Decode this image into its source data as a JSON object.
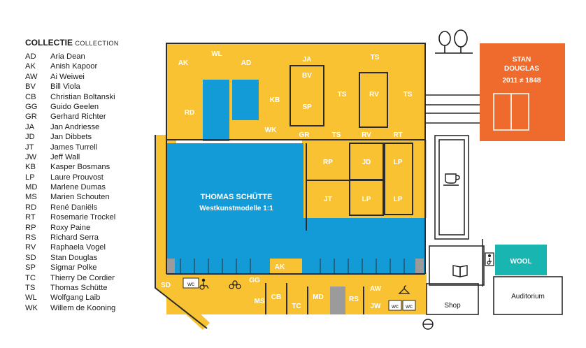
{
  "legend": {
    "title": "COLLECTIE",
    "subtitle": "COLLECTION",
    "items": [
      {
        "code": "AD",
        "name": "Aria Dean"
      },
      {
        "code": "AK",
        "name": "Anish Kapoor"
      },
      {
        "code": "AW",
        "name": "Ai Weiwei"
      },
      {
        "code": "BV",
        "name": "Bill Viola"
      },
      {
        "code": "CB",
        "name": "Christian Boltanski"
      },
      {
        "code": "GG",
        "name": "Guido Geelen"
      },
      {
        "code": "GR",
        "name": "Gerhard Richter"
      },
      {
        "code": "JA",
        "name": "Jan Andriesse"
      },
      {
        "code": "JD",
        "name": "Jan Dibbets"
      },
      {
        "code": "JT",
        "name": "James Turrell"
      },
      {
        "code": "JW",
        "name": "Jeff Wall"
      },
      {
        "code": "KB",
        "name": "Kasper Bosmans"
      },
      {
        "code": "LP",
        "name": "Laure Prouvost"
      },
      {
        "code": "MD",
        "name": "Marlene Dumas"
      },
      {
        "code": "MS",
        "name": "Marien Schouten"
      },
      {
        "code": "RD",
        "name": "René Daniëls"
      },
      {
        "code": "RT",
        "name": "Rosemarie Trockel"
      },
      {
        "code": "RP",
        "name": "Roxy Paine"
      },
      {
        "code": "RS",
        "name": "Richard Serra"
      },
      {
        "code": "RV",
        "name": "Raphaela Vogel"
      },
      {
        "code": "SD",
        "name": "Stan Douglas"
      },
      {
        "code": "SP",
        "name": "Sigmar Polke"
      },
      {
        "code": "TC",
        "name": "Thierry De Cordier"
      },
      {
        "code": "TS",
        "name": "Thomas Schütte"
      },
      {
        "code": "WL",
        "name": "Wolfgang Laib"
      },
      {
        "code": "WK",
        "name": "Willem de Kooning"
      }
    ]
  },
  "map": {
    "colors": {
      "collection": "#f9c232",
      "schutte": "#139bd8",
      "douglas": "#ee6b2d",
      "wool": "#18b5b1",
      "wall": "#2b2b2b",
      "gray_block": "#9b9b9b"
    },
    "main_exhibition": {
      "title": "THOMAS SCHÜTTE",
      "subtitle": "Westkunstmodelle 1:1"
    },
    "stan_douglas": {
      "line1": "STAN",
      "line2": "DOUGLAS",
      "line3": "2011 ≠ 1848"
    },
    "wool": "WOOL",
    "auditorium": "Auditorium",
    "shop": "Shop",
    "wc": "wc",
    "room_labels": {
      "ak1": "AK",
      "wl": "WL",
      "ad": "AD",
      "ja": "JA",
      "ts1": "TS",
      "bv": "BV",
      "sp": "SP",
      "kb": "KB",
      "ts2": "TS",
      "rv1": "RV",
      "ts3": "TS",
      "rd": "RD",
      "wk": "WK",
      "gr": "GR",
      "ts4": "TS",
      "rv2": "RV",
      "rt": "RT",
      "rp": "RP",
      "jd": "JD",
      "lp1": "LP",
      "jt": "JT",
      "lp2": "LP",
      "lp3": "LP",
      "ak2": "AK",
      "sd": "SD",
      "gg": "GG",
      "ms": "MS",
      "cb": "CB",
      "tc": "TC",
      "md": "MD",
      "rs": "RS",
      "aw": "AW",
      "jw": "JW"
    }
  }
}
